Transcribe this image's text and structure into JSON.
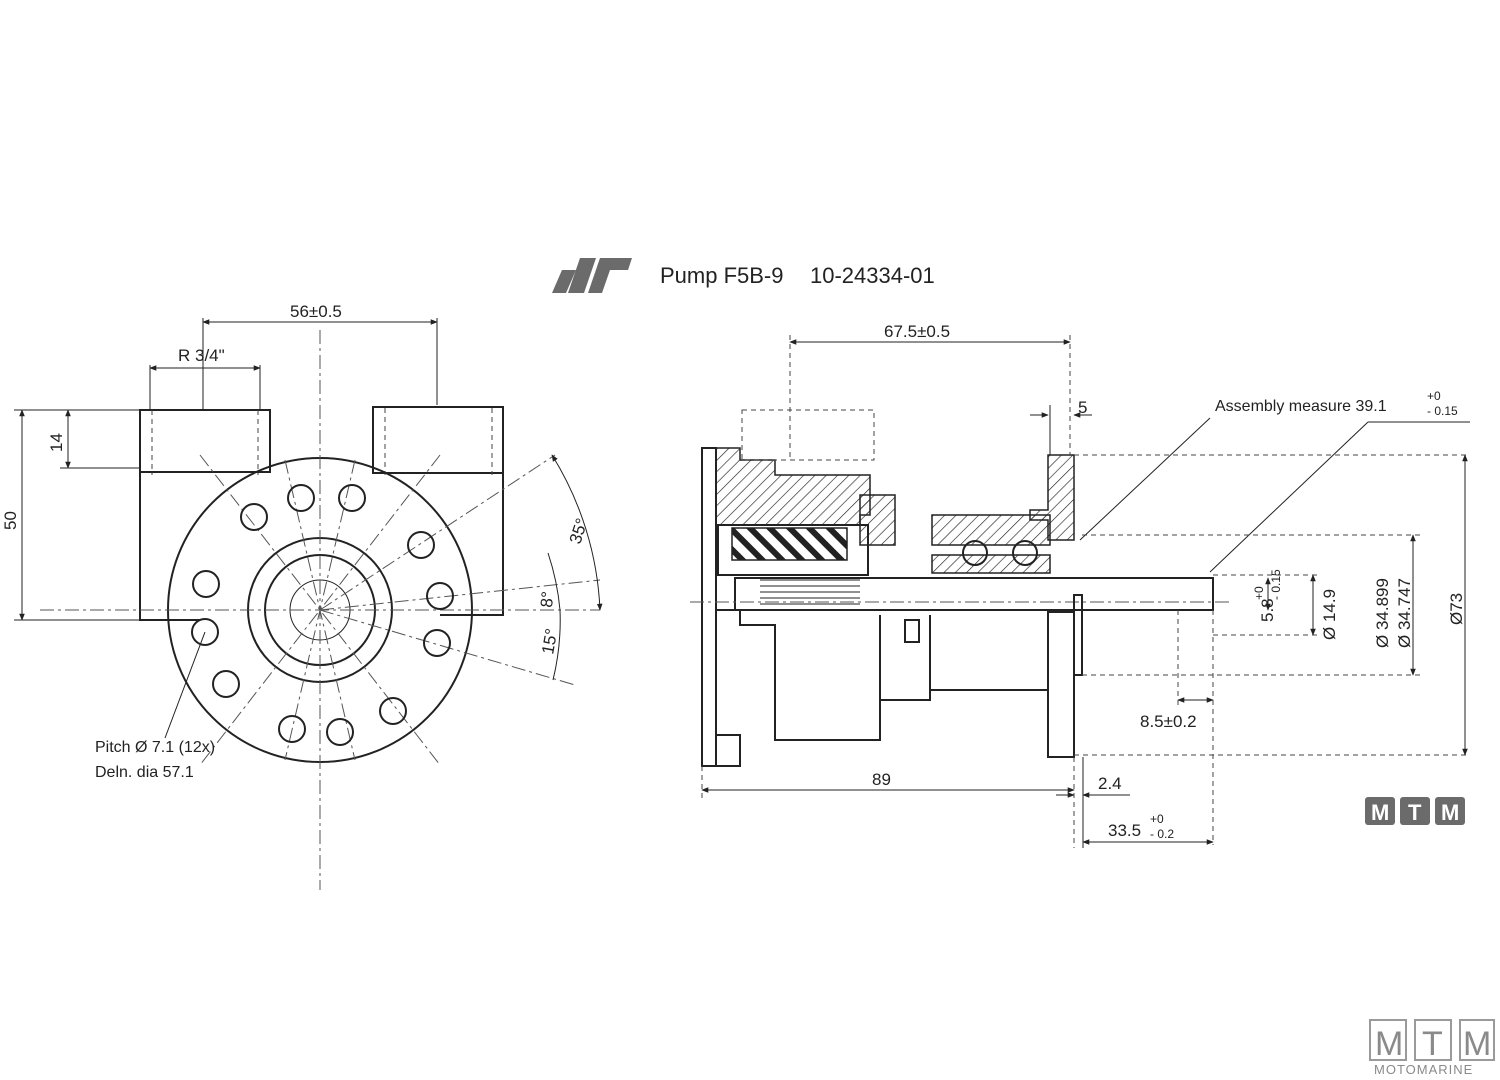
{
  "header": {
    "title": "Pump F5B-9",
    "part_number": "10-24334-01"
  },
  "front_view": {
    "dim_top": "56±0.5",
    "dim_thread": "R 3/4\"",
    "dim_14": "14",
    "dim_50": "50",
    "angle_35": "35°",
    "angle_8": "8°",
    "angle_15": "15°",
    "pitch_note": "Pitch Ø 7.1 (12x)",
    "deln_note": "Deln. dia 57.1"
  },
  "side_view": {
    "dim_675": "67.5±0.5",
    "dim_5": "5",
    "assembly_label": "Assembly measure 39.1",
    "assembly_tol_upper": "+0",
    "assembly_tol_lower": "- 0.15",
    "dim_58": "5.8",
    "dim_58_tol_upper": "+0",
    "dim_58_tol_lower": "- 0.15",
    "dim_149": "Ø 14.9",
    "dim_34899": "Ø 34.899",
    "dim_34747": "Ø 34.747",
    "dim_73": "Ø73",
    "dim_85": "8.5±0.2",
    "dim_89": "89",
    "dim_24": "2.4",
    "dim_335": "33.5",
    "dim_335_tol_upper": "+0",
    "dim_335_tol_lower": "- 0.2"
  },
  "branding": {
    "badge_m1": "M",
    "badge_t": "T",
    "badge_m2": "M",
    "corner_m1": "M",
    "corner_t": "T",
    "corner_m2": "M",
    "corner_sub": "MOTOMARINE"
  }
}
